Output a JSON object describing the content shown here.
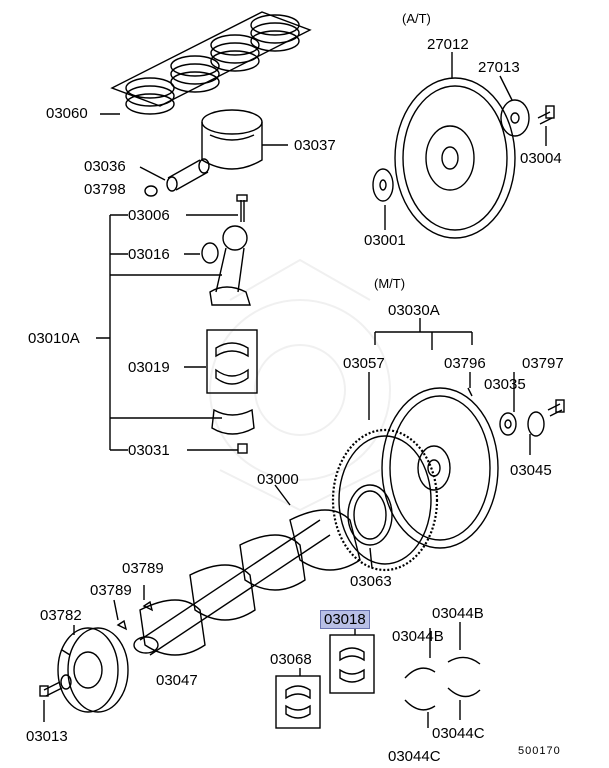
{
  "labels": {
    "p03060": "03060",
    "p03037": "03037",
    "p03036": "03036",
    "p03798": "03798",
    "p03006": "03006",
    "p03016": "03016",
    "p03010A": "03010A",
    "p03019": "03019",
    "p03031": "03031",
    "at": "(A/T)",
    "p27012": "27012",
    "p27013": "27013",
    "p03004": "03004",
    "p03001": "03001",
    "mt": "(M/T)",
    "p03030A": "03030A",
    "p03057": "03057",
    "p03796": "03796",
    "p03797": "03797",
    "p03035": "03035",
    "p03045": "03045",
    "p03000": "03000",
    "p03063": "03063",
    "p03789a": "03789",
    "p03789b": "03789",
    "p03782": "03782",
    "p03047": "03047",
    "p03013": "03013",
    "p03018": "03018",
    "p03068": "03068",
    "p03044Ba": "03044B",
    "p03044Bb": "03044B",
    "p03044Ca": "03044C",
    "p03044Cb": "03044C",
    "diagram_id": "500170"
  },
  "highlight": {
    "part": "03018",
    "color": "#b8bfe6"
  }
}
